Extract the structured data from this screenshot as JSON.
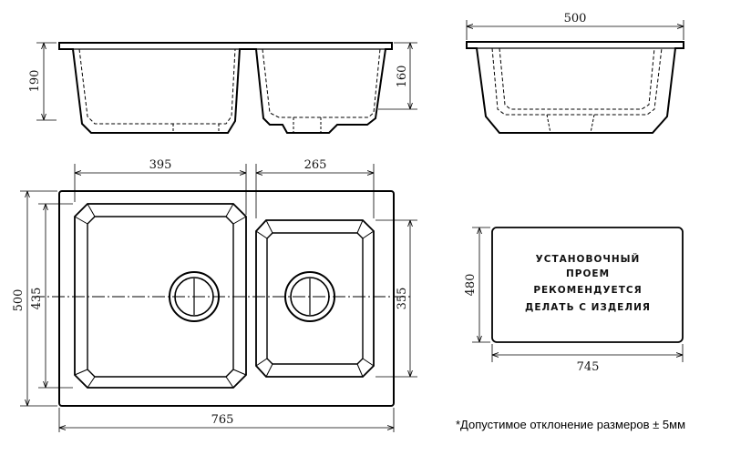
{
  "dimensions": {
    "side_height_left": "190",
    "side_height_right": "160",
    "end_width": "500",
    "bowl_big_width": "395",
    "bowl_small_width": "265",
    "overall_depth": "500",
    "bowl_big_depth": "435",
    "bowl_small_depth": "355",
    "overall_width": "765",
    "cutout_height": "480",
    "cutout_width": "745"
  },
  "cutout_note": {
    "lines": [
      "УСТАНОВОЧНЫЙ",
      "ПРОЕМ",
      "РЕКОМЕНДУЕТСЯ",
      "ДЕЛАТЬ С ИЗДЕЛИЯ"
    ]
  },
  "footnote": "*Допустимое отклонение размеров ± 5мм"
}
